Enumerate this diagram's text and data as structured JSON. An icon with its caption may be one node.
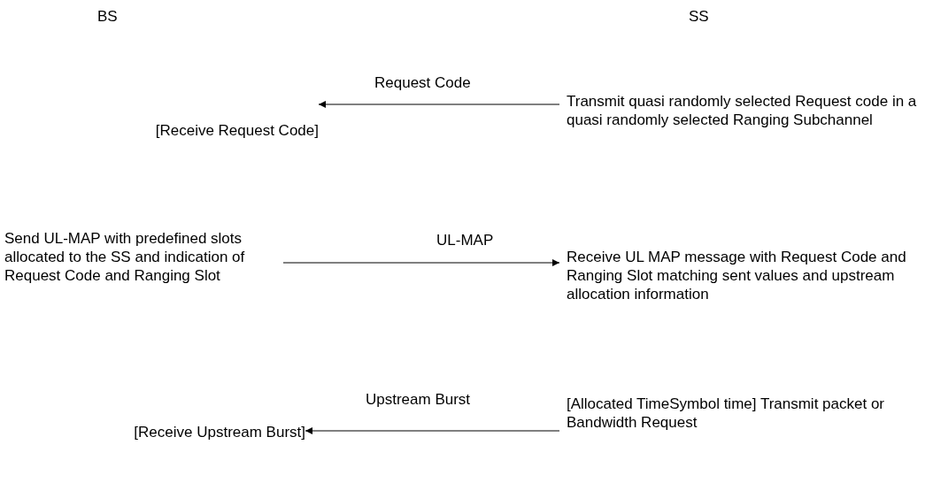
{
  "diagram": {
    "nodes": [
      {
        "text": [
          "Transmit quasi randomly selected Request code in a quasi randomly selected Ranging Subchannel"
        ]
      },
      {
        "text": [
          "[Receive Request Code]"
        ]
      },
      {
        "text": [
          "Send UL-MAP with predefined slots allocated to the SS and indication of Request Code and Ranging Slot"
        ]
      },
      {
        "text": [
          "Receive UL MAP message with Request Code and Ranging Slot matching sent values and upstream allocation information"
        ]
      },
      {
        "text": [
          "[Allocated TimeSymbol time] Transmit packet or Bandwidth Request"
        ]
      },
      {
        "text": [
          "[Receive Upstream Burst]"
        ]
      }
    ],
    "edges": [
      {
        "from": 0,
        "to": 1,
        "arrow": "to",
        "label": "Request Code"
      },
      {
        "from": 2,
        "to": 3,
        "arrow": "to",
        "label": "UL-MAP"
      },
      {
        "from": 4,
        "to": 5,
        "arrow": "to",
        "label": "Upstream Burst"
      }
    ],
    "labels": [
      "BS",
      "SS"
    ]
  }
}
